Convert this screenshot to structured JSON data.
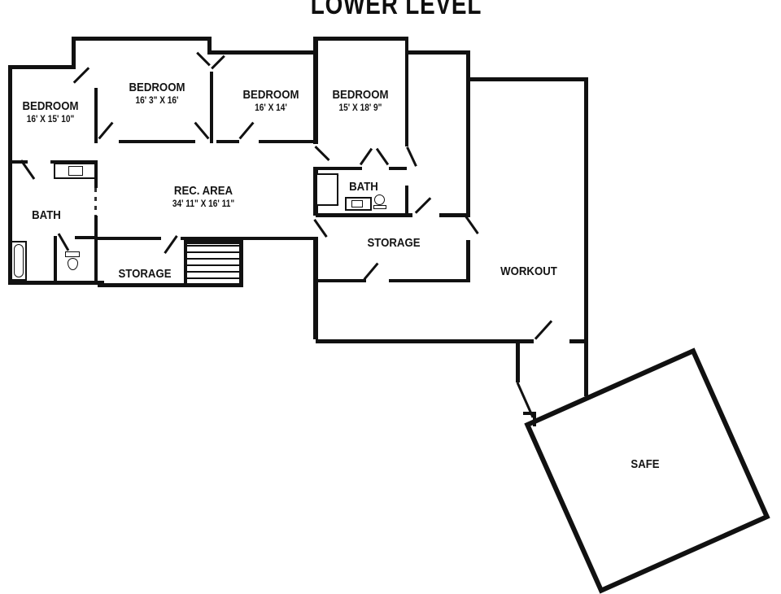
{
  "title": "LOWER LEVEL",
  "rooms": {
    "bedroom1": {
      "name": "BEDROOM",
      "dims": "16' X 15' 10\""
    },
    "bedroom2": {
      "name": "BEDROOM",
      "dims": "16' 3\" X 16'"
    },
    "bedroom3": {
      "name": "BEDROOM",
      "dims": "16' X 14'"
    },
    "bedroom4": {
      "name": "BEDROOM",
      "dims": "15' X 18' 9\""
    },
    "bath1": {
      "name": "BATH"
    },
    "bath2": {
      "name": "BATH"
    },
    "rec_area": {
      "name": "REC. AREA",
      "dims": "34' 11\" X 16' 11\""
    },
    "storage1": {
      "name": "STORAGE"
    },
    "storage2": {
      "name": "STORAGE"
    },
    "workout": {
      "name": "WORKOUT"
    },
    "safe": {
      "name": "SAFE"
    }
  },
  "colors": {
    "wall": "#111111",
    "background": "#ffffff"
  }
}
